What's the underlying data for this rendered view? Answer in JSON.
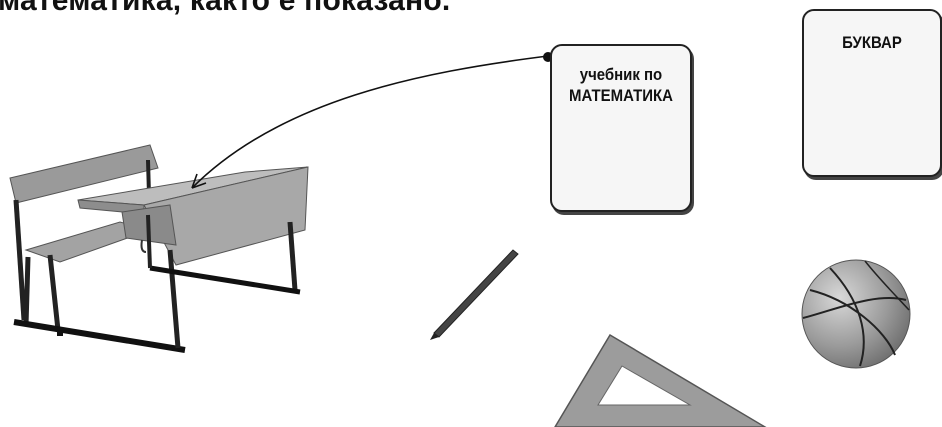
{
  "instruction": {
    "text": "математика, както е показано."
  },
  "cards": {
    "math_line1": "учебник по",
    "math_line2": "МАТЕМАТИКА",
    "primer": "БУКВАР"
  },
  "icons": {
    "desk": "school-desk-icon",
    "pencil": "pencil-icon",
    "triangle": "set-square-icon",
    "ball": "basketball-icon",
    "arrow": "curved-arrow"
  }
}
